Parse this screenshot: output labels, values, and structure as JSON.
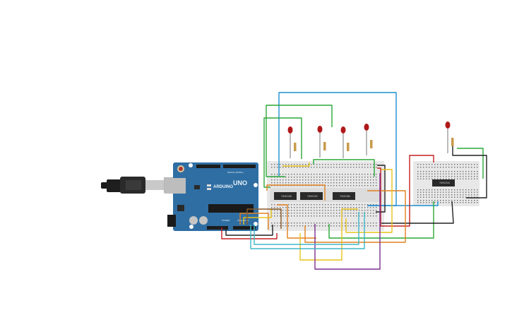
{
  "arduino": {
    "brand_text": "ARDUINO",
    "model_text": "UNO",
    "digital_label": "DIGITAL (PWM~)",
    "power_label": "POWER",
    "analog_label": "ANALOG IN"
  },
  "chips": [
    {
      "label": "74HC08"
    },
    {
      "label": "74HC32"
    },
    {
      "label": "74HC86"
    },
    {
      "label": "74HC04"
    }
  ],
  "leds": [
    {
      "color": "#b01818"
    },
    {
      "color": "#b01818"
    },
    {
      "color": "#b01818"
    },
    {
      "color": "#b01818"
    },
    {
      "color": "#b01818"
    }
  ],
  "colors": {
    "arduino_board": "#2f6ea3",
    "breadboard": "#e8e8e8",
    "wire_blue": "#1f8fd0",
    "wire_green": "#2aa838",
    "wire_red": "#c62020",
    "wire_black": "#202020",
    "wire_orange": "#e0801e",
    "wire_yellow": "#e8c21a",
    "wire_purple": "#7a2f8f",
    "wire_cyan": "#3fb7c8",
    "wire_brown": "#8a5a2a"
  }
}
